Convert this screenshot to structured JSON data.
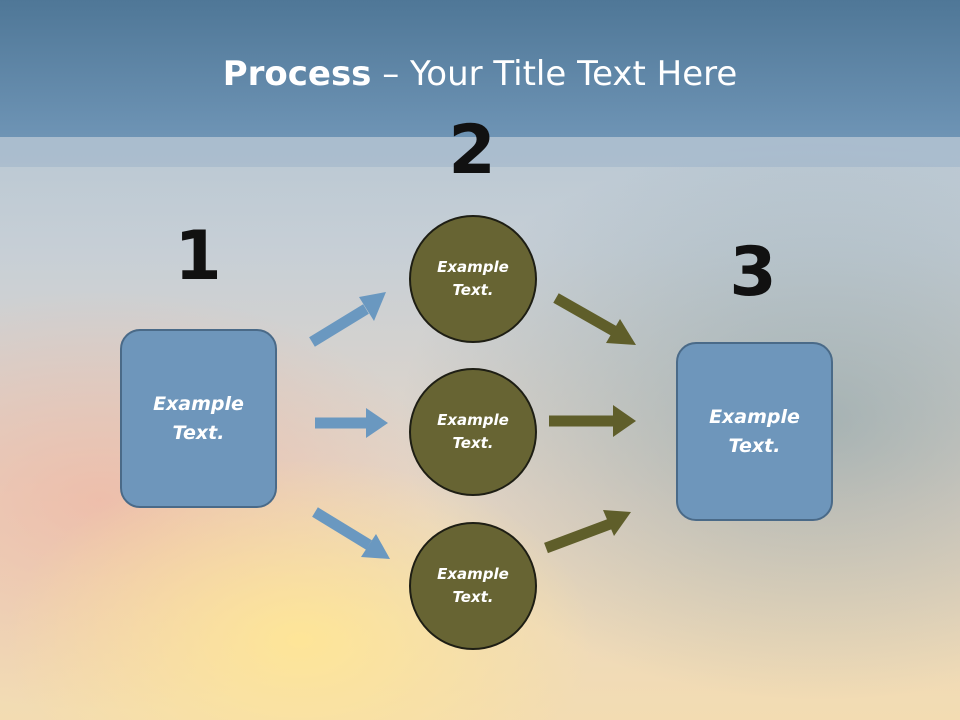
{
  "header": {
    "title_bold": "Process",
    "title_rest": " – Your Title Text Here"
  },
  "steps": {
    "one": {
      "number": "1",
      "label": "Example Text."
    },
    "two": {
      "number": "2",
      "items": [
        {
          "label": "Example Text."
        },
        {
          "label": "Example Text."
        },
        {
          "label": "Example Text."
        }
      ]
    },
    "three": {
      "number": "3",
      "label": "Example Text."
    }
  },
  "colors": {
    "header": "#5b84a6",
    "box_fill": "#6e96bb",
    "circle_fill": "#676433",
    "blue_arrow": "#6a98c0",
    "olive_arrow": "#5f5e2a"
  }
}
